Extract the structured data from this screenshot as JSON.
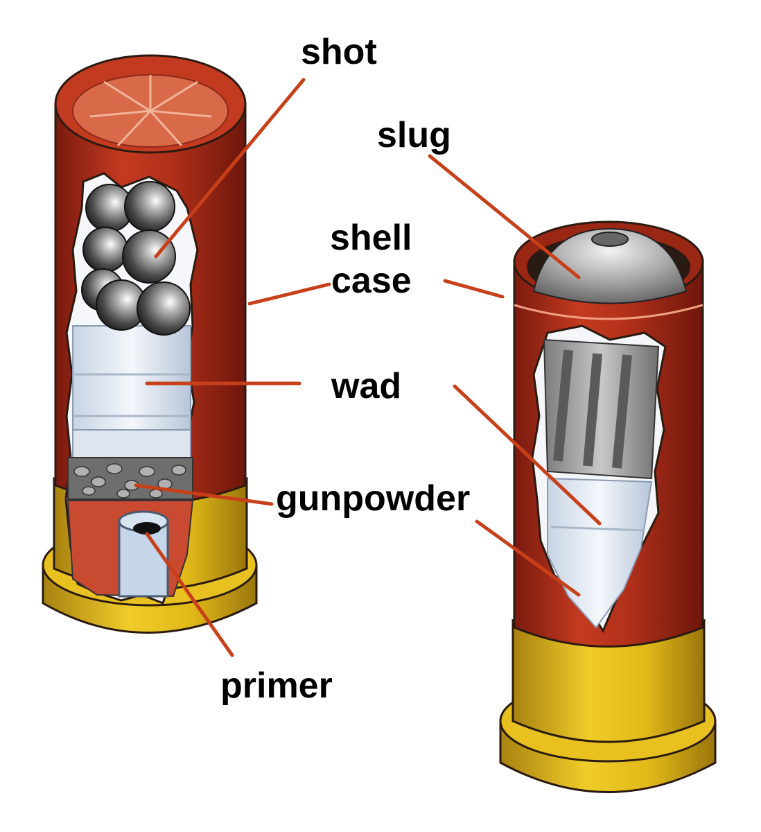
{
  "labels": {
    "shot": "shot",
    "slug": "slug",
    "shell_case_line1": "shell",
    "shell_case_line2": "case",
    "wad": "wad",
    "gunpowder": "gunpowder",
    "primer": "primer"
  },
  "colors": {
    "case_red": "#b8321c",
    "case_dark": "#7a1a0e",
    "brass": "#e8c020",
    "brass_dark": "#b08a10",
    "leader": "#c8401a",
    "metal": "#9a9a9a",
    "wad_white": "#eef2f8"
  }
}
